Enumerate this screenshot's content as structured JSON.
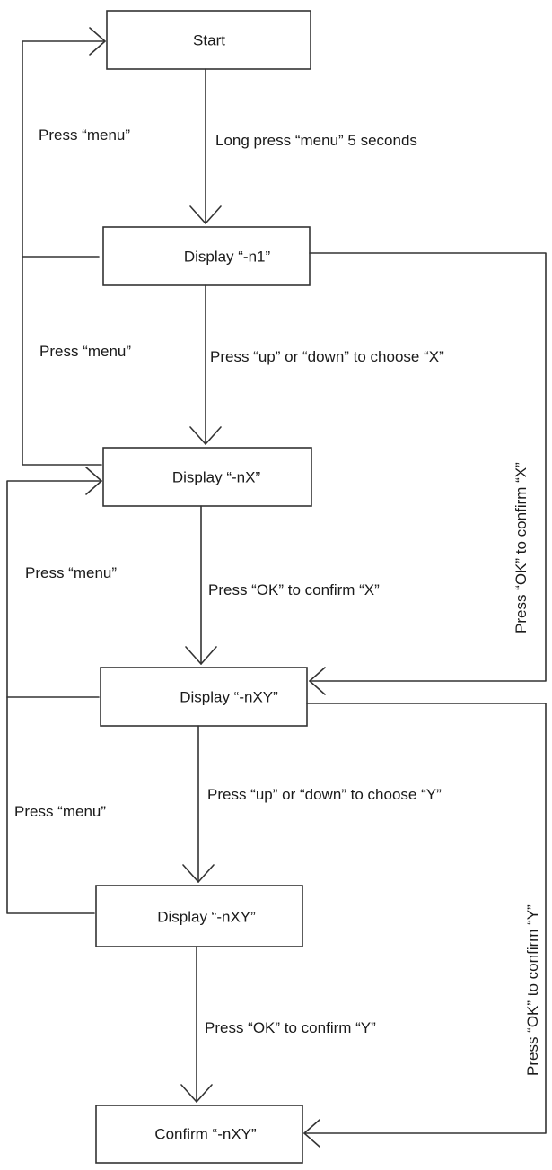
{
  "nodes": {
    "start": "Start",
    "display_n1": "Display “-n1”",
    "display_nx": "Display “-nX”",
    "display_nxy_1": "Display “-nXY”",
    "display_nxy_2": "Display “-nXY”",
    "confirm_nxy": "Confirm “-nXY”"
  },
  "edges": {
    "long_press_menu": "Long press “menu” 5 seconds",
    "choose_x": "Press “up” or “down” to choose “X”",
    "ok_confirm_x": "Press “OK”  to confirm “X”",
    "choose_y": "Press “up” or “down” to choose “Y”",
    "ok_confirm_y": "Press “OK”  to confirm “Y”",
    "menu_back_1": "Press “menu”",
    "menu_back_2": "Press “menu”",
    "menu_back_3": "Press “menu”",
    "menu_back_4": "Press “menu”",
    "side_ok_confirm_x": "Press “OK”  to confirm “X”",
    "side_ok_confirm_y": "Press “OK”  to confirm “Y”"
  }
}
